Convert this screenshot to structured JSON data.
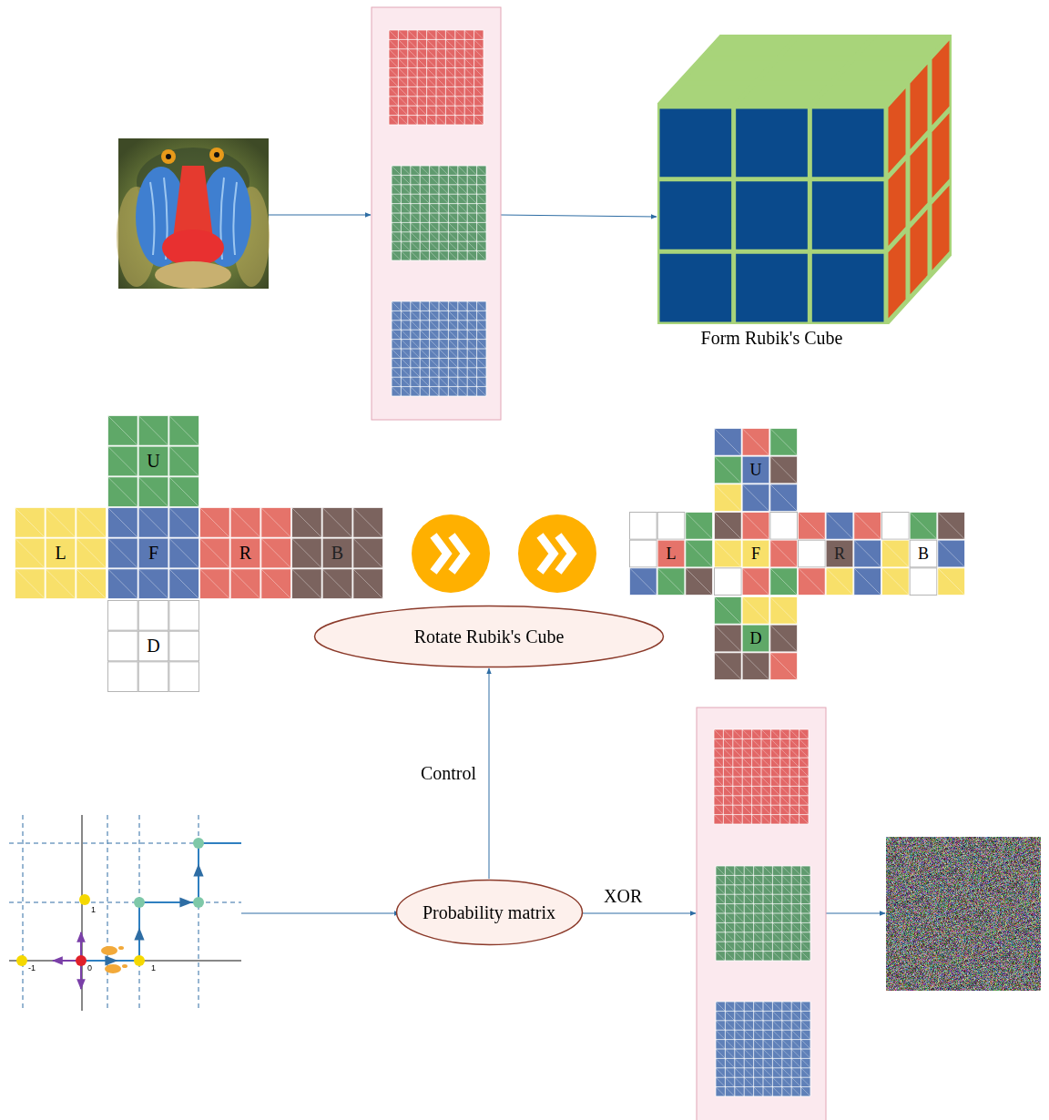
{
  "diagram": {
    "nodes": [
      {
        "text": [
          "Form Rubik's Cube"
        ]
      },
      {
        "text": [
          "U"
        ]
      },
      {
        "text": [
          "L"
        ]
      },
      {
        "text": [
          "F"
        ]
      },
      {
        "text": [
          "R"
        ]
      },
      {
        "text": [
          "B"
        ]
      },
      {
        "text": [
          "D"
        ]
      },
      {
        "text": [
          "Rotate Rubik's Cube"
        ]
      },
      {
        "text": [
          "U"
        ]
      },
      {
        "text": [
          "L"
        ]
      },
      {
        "text": [
          "F"
        ]
      },
      {
        "text": [
          "R"
        ]
      },
      {
        "text": [
          "B"
        ]
      },
      {
        "text": [
          "D"
        ]
      },
      {
        "text": [
          "Probability matrix"
        ]
      }
    ],
    "edges": [
      {
        "from": 14,
        "to": 7,
        "label": "Control",
        "arrow": "to"
      }
    ],
    "labels": [
      "XOR",
      "1",
      "0",
      "-1",
      "1"
    ]
  }
}
